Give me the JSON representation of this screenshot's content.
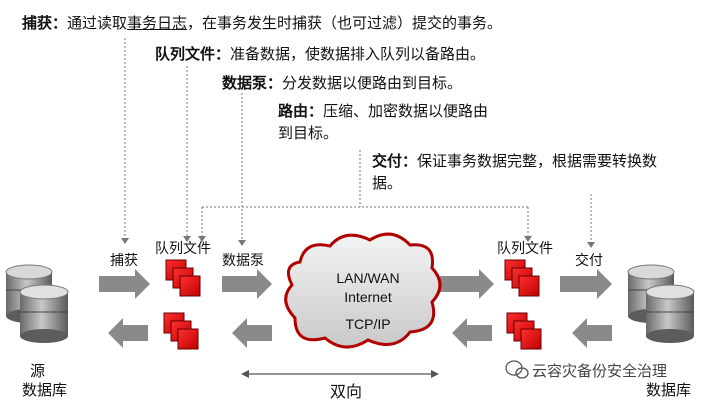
{
  "descriptions": {
    "capture": {
      "term": "捕获：",
      "text_before": "通过读取",
      "underlined": "事务日志",
      "text_after": "，在事务发生时捕获（也可过滤）提交的事务。"
    },
    "trail": {
      "term": "队列文件：",
      "text": "准备数据，使数据排入队列以备路由。"
    },
    "pump": {
      "term": "数据泵：",
      "text": "分发数据以便路由到目标。"
    },
    "route": {
      "term": "路由：",
      "line1": "压缩、加密数据以便路由",
      "line2": "到目标。"
    },
    "deliver": {
      "term": "交付：",
      "line1": "保证事务数据完整，根据需要转换数",
      "line2": "据。"
    }
  },
  "labels": {
    "capture": "捕获",
    "trail_left": "队列文件",
    "pump": "数据泵",
    "trail_right": "队列文件",
    "deliver": "交付",
    "source_line1": "源",
    "source_line2": "数据库",
    "target_line2": "数据库",
    "bidirectional": "双向"
  },
  "cloud": {
    "line1": "LAN/WAN",
    "line2": "Internet",
    "line3": "TCP/IP"
  },
  "watermark": "云容灾备份安全治理",
  "colors": {
    "accent": "#e00000",
    "arrow": "#8a8a8a",
    "cloud_border": "#b00000"
  }
}
